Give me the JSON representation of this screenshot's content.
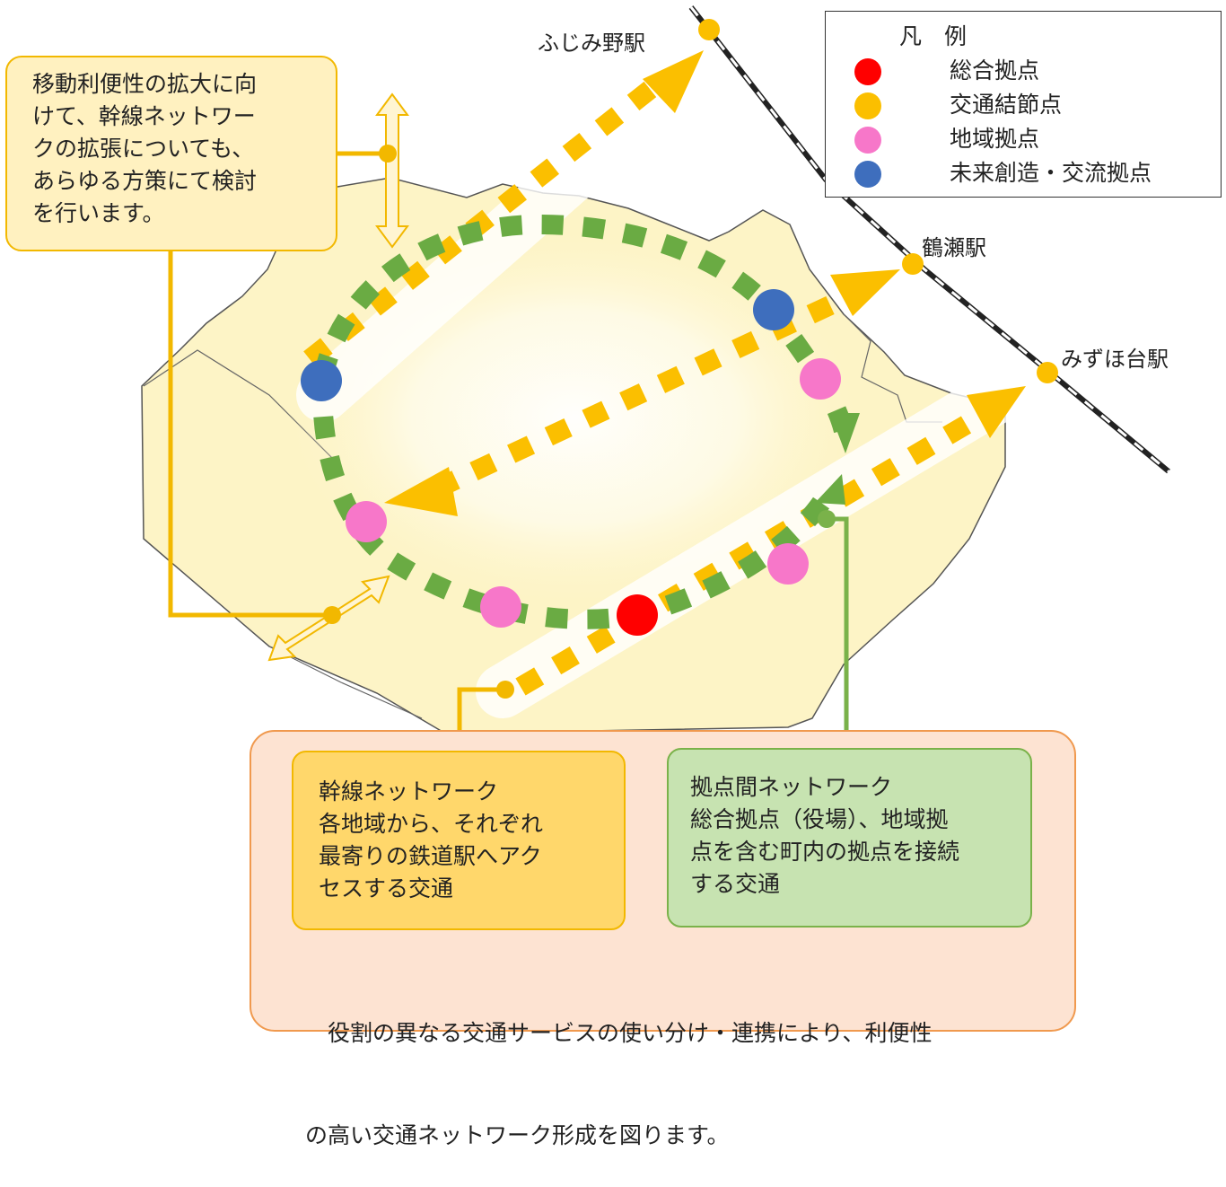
{
  "stations": [
    {
      "id": "fujimino",
      "label": "ふじみ野駅"
    },
    {
      "id": "tsuruse",
      "label": "鶴瀬駅"
    },
    {
      "id": "mizuhodai",
      "label": "みずほ台駅"
    }
  ],
  "legend": {
    "title": "凡　例",
    "items": [
      {
        "label": "総合拠点",
        "color": "#ff0000"
      },
      {
        "label": "交通結節点",
        "color": "#fbbf00"
      },
      {
        "label": "地域拠点",
        "color": "#f777c9"
      },
      {
        "label": "未来創造・交流拠点",
        "color": "#3e6ebd"
      }
    ]
  },
  "callout_top": {
    "lines": [
      "移動利便性の拡大に向",
      "けて、幹線ネットワー",
      "クの拡張についても、",
      "あらゆる方策にて検討",
      "を行います。"
    ]
  },
  "trunk_box": {
    "lines": [
      "幹線ネットワーク",
      "各地域から、それぞれ",
      "最寄りの鉄道駅へアク",
      "セスする交通"
    ]
  },
  "hub_box": {
    "lines": [
      "拠点間ネットワーク",
      "総合拠点（役場）、地域拠",
      "点を含む町内の拠点を接続",
      "する交通"
    ]
  },
  "summary": {
    "lines": [
      "　役割の異なる交通サービスの使い分け・連携により、利便性",
      "の高い交通ネットワーク形成を図ります。"
    ]
  },
  "colors": {
    "area_fill": "#fdf4c6",
    "trunk": "#fbbf00",
    "hub_network": "#6aab43",
    "railway": "#222222"
  }
}
